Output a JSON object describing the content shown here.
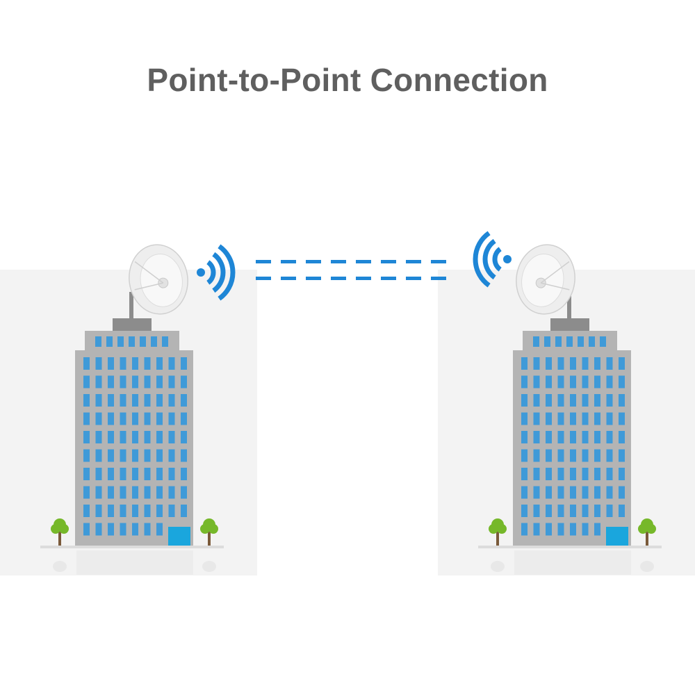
{
  "title": "Point-to-Point Connection",
  "colors": {
    "signal": "#1e86d6",
    "building": "#b4b4b4",
    "building_dark": "#8c8c8c",
    "window": "#3f9ad8",
    "door": "#1aa6dd",
    "tree_leaf": "#76b82a",
    "tree_trunk": "#7a5a3a",
    "panel_bg": "#f3f3f3",
    "title_text": "#5f5f5f"
  },
  "diagram": {
    "nodes": [
      {
        "id": "building-left",
        "kind": "office-building",
        "antenna": "dish-antenna",
        "antenna_faces": "right"
      },
      {
        "id": "building-right",
        "kind": "office-building",
        "antenna": "dish-antenna",
        "antenna_faces": "left"
      }
    ],
    "link": {
      "from": "building-left",
      "to": "building-right",
      "style": "dashed",
      "icon": "wifi-signal-icon"
    }
  }
}
